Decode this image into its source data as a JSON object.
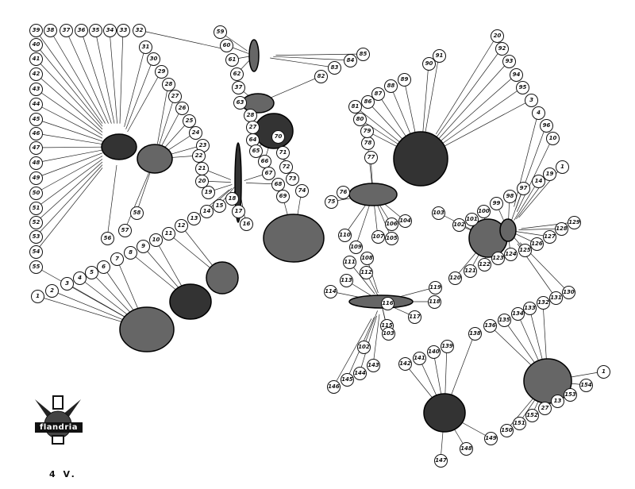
{
  "caption": "4 V.",
  "logo": {
    "text": "flandria"
  },
  "callouts": [
    "39",
    "38",
    "37",
    "36",
    "35",
    "34",
    "33",
    "32",
    "31",
    "30",
    "29",
    "28",
    "27",
    "26",
    "25",
    "24",
    "23",
    "40",
    "41",
    "42",
    "43",
    "44",
    "45",
    "46",
    "47",
    "48",
    "49",
    "50",
    "51",
    "52",
    "53",
    "54",
    "55",
    "56",
    "57",
    "58",
    "1",
    "2",
    "3",
    "4",
    "5",
    "6",
    "7",
    "8",
    "9",
    "10",
    "11",
    "12",
    "13",
    "14",
    "15",
    "22",
    "21",
    "20",
    "19",
    "18",
    "17",
    "16",
    "59",
    "60",
    "61",
    "62",
    "37",
    "63",
    "28",
    "27",
    "64",
    "65",
    "66",
    "67",
    "68",
    "69",
    "70",
    "71",
    "72",
    "73",
    "74",
    "75",
    "76",
    "77",
    "78",
    "79",
    "80",
    "81",
    "82",
    "83",
    "84",
    "85",
    "86",
    "87",
    "88",
    "89",
    "90",
    "91",
    "20",
    "92",
    "93",
    "94",
    "95",
    "3",
    "4",
    "96",
    "10",
    "1",
    "19",
    "14",
    "97",
    "98",
    "99",
    "100",
    "101",
    "102",
    "103",
    "104",
    "105",
    "106",
    "107",
    "108",
    "109",
    "110",
    "111",
    "112",
    "113",
    "114",
    "115",
    "116",
    "117",
    "118",
    "119",
    "120",
    "121",
    "122",
    "123",
    "124",
    "125",
    "126",
    "127",
    "128",
    "129",
    "130",
    "131",
    "132",
    "133",
    "134",
    "135",
    "136",
    "138",
    "139",
    "140",
    "141",
    "142",
    "143",
    "144",
    "145",
    "146",
    "147",
    "148",
    "149",
    "150",
    "151",
    "152",
    "27",
    "13",
    "153",
    "154",
    "1",
    "102",
    "103"
  ]
}
